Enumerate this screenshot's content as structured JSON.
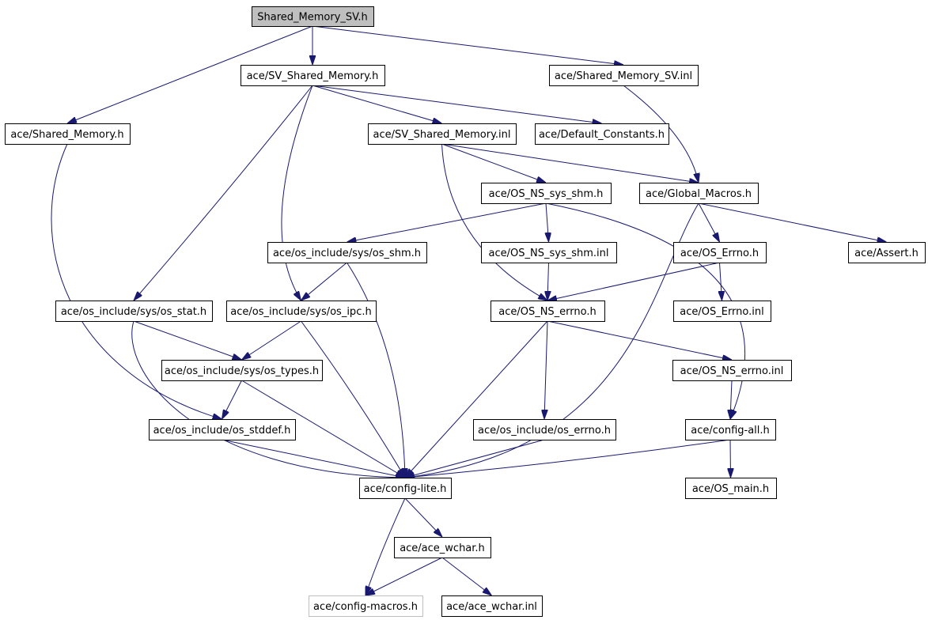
{
  "diagram": {
    "root": "Shared_Memory_SV.h",
    "colors": {
      "edge": "#191970",
      "root_fill": "#bfbfbf",
      "node_border": "#000000",
      "faded_border": "#bfbfbf"
    },
    "nodes": [
      {
        "id": "shared_memory_sv_h",
        "label": "Shared_Memory_SV.h",
        "style": "root"
      },
      {
        "id": "sv_shared_memory_h",
        "label": "ace/SV_Shared_Memory.h"
      },
      {
        "id": "shared_memory_sv_inl",
        "label": "ace/Shared_Memory_SV.inl"
      },
      {
        "id": "shared_memory_h",
        "label": "ace/Shared_Memory.h"
      },
      {
        "id": "sv_shared_memory_inl",
        "label": "ace/SV_Shared_Memory.inl"
      },
      {
        "id": "default_constants_h",
        "label": "ace/Default_Constants.h"
      },
      {
        "id": "os_ns_sys_shm_h",
        "label": "ace/OS_NS_sys_shm.h"
      },
      {
        "id": "global_macros_h",
        "label": "ace/Global_Macros.h"
      },
      {
        "id": "os_shm_h",
        "label": "ace/os_include/sys/os_shm.h"
      },
      {
        "id": "os_ns_sys_shm_inl",
        "label": "ace/OS_NS_sys_shm.inl"
      },
      {
        "id": "os_errno_h",
        "label": "ace/OS_Errno.h"
      },
      {
        "id": "assert_h",
        "label": "ace/Assert.h"
      },
      {
        "id": "os_stat_h",
        "label": "ace/os_include/sys/os_stat.h"
      },
      {
        "id": "os_ipc_h",
        "label": "ace/os_include/sys/os_ipc.h"
      },
      {
        "id": "os_ns_errno_h",
        "label": "ace/OS_NS_errno.h"
      },
      {
        "id": "os_errno_inl",
        "label": "ace/OS_Errno.inl"
      },
      {
        "id": "os_types_h",
        "label": "ace/os_include/sys/os_types.h"
      },
      {
        "id": "os_ns_errno_inl",
        "label": "ace/OS_NS_errno.inl"
      },
      {
        "id": "os_stddef_h",
        "label": "ace/os_include/os_stddef.h"
      },
      {
        "id": "os_include_os_errno_h",
        "label": "ace/os_include/os_errno.h"
      },
      {
        "id": "config_all_h",
        "label": "ace/config-all.h"
      },
      {
        "id": "config_lite_h",
        "label": "ace/config-lite.h"
      },
      {
        "id": "os_main_h",
        "label": "ace/OS_main.h"
      },
      {
        "id": "ace_wchar_h",
        "label": "ace/ace_wchar.h"
      },
      {
        "id": "config_macros_h",
        "label": "ace/config-macros.h",
        "style": "faded"
      },
      {
        "id": "ace_wchar_inl",
        "label": "ace/ace_wchar.inl"
      }
    ],
    "edges": [
      {
        "from": "shared_memory_sv_h",
        "to": "sv_shared_memory_h"
      },
      {
        "from": "shared_memory_sv_h",
        "to": "shared_memory_sv_inl"
      },
      {
        "from": "shared_memory_sv_h",
        "to": "shared_memory_h"
      },
      {
        "from": "sv_shared_memory_h",
        "to": "sv_shared_memory_inl"
      },
      {
        "from": "sv_shared_memory_h",
        "to": "default_constants_h"
      },
      {
        "from": "sv_shared_memory_h",
        "to": "os_stat_h"
      },
      {
        "from": "sv_shared_memory_h",
        "to": "os_ipc_h"
      },
      {
        "from": "shared_memory_sv_inl",
        "to": "global_macros_h"
      },
      {
        "from": "shared_memory_h",
        "to": "os_stddef_h"
      },
      {
        "from": "sv_shared_memory_inl",
        "to": "os_ns_sys_shm_h"
      },
      {
        "from": "sv_shared_memory_inl",
        "to": "global_macros_h"
      },
      {
        "from": "sv_shared_memory_inl",
        "to": "os_ns_errno_h"
      },
      {
        "from": "os_ns_sys_shm_h",
        "to": "os_shm_h"
      },
      {
        "from": "os_ns_sys_shm_h",
        "to": "os_ns_sys_shm_inl"
      },
      {
        "from": "os_ns_sys_shm_h",
        "to": "config_all_h"
      },
      {
        "from": "global_macros_h",
        "to": "os_errno_h"
      },
      {
        "from": "global_macros_h",
        "to": "assert_h"
      },
      {
        "from": "global_macros_h",
        "to": "config_lite_h"
      },
      {
        "from": "os_shm_h",
        "to": "os_ipc_h"
      },
      {
        "from": "os_shm_h",
        "to": "config_lite_h"
      },
      {
        "from": "os_ns_sys_shm_inl",
        "to": "os_ns_errno_h"
      },
      {
        "from": "os_errno_h",
        "to": "os_ns_errno_h"
      },
      {
        "from": "os_errno_h",
        "to": "os_errno_inl"
      },
      {
        "from": "os_stat_h",
        "to": "os_types_h"
      },
      {
        "from": "os_stat_h",
        "to": "config_lite_h"
      },
      {
        "from": "os_ipc_h",
        "to": "os_types_h"
      },
      {
        "from": "os_ipc_h",
        "to": "config_lite_h"
      },
      {
        "from": "os_ns_errno_h",
        "to": "os_ns_errno_inl"
      },
      {
        "from": "os_ns_errno_h",
        "to": "os_include_os_errno_h"
      },
      {
        "from": "os_ns_errno_h",
        "to": "config_lite_h"
      },
      {
        "from": "os_types_h",
        "to": "os_stddef_h"
      },
      {
        "from": "os_types_h",
        "to": "config_lite_h"
      },
      {
        "from": "os_ns_errno_inl",
        "to": "config_all_h"
      },
      {
        "from": "os_stddef_h",
        "to": "config_lite_h"
      },
      {
        "from": "os_include_os_errno_h",
        "to": "config_lite_h"
      },
      {
        "from": "config_all_h",
        "to": "config_lite_h"
      },
      {
        "from": "config_all_h",
        "to": "os_main_h"
      },
      {
        "from": "config_lite_h",
        "to": "ace_wchar_h"
      },
      {
        "from": "config_lite_h",
        "to": "config_macros_h"
      },
      {
        "from": "ace_wchar_h",
        "to": "config_macros_h"
      },
      {
        "from": "ace_wchar_h",
        "to": "ace_wchar_inl"
      }
    ]
  }
}
